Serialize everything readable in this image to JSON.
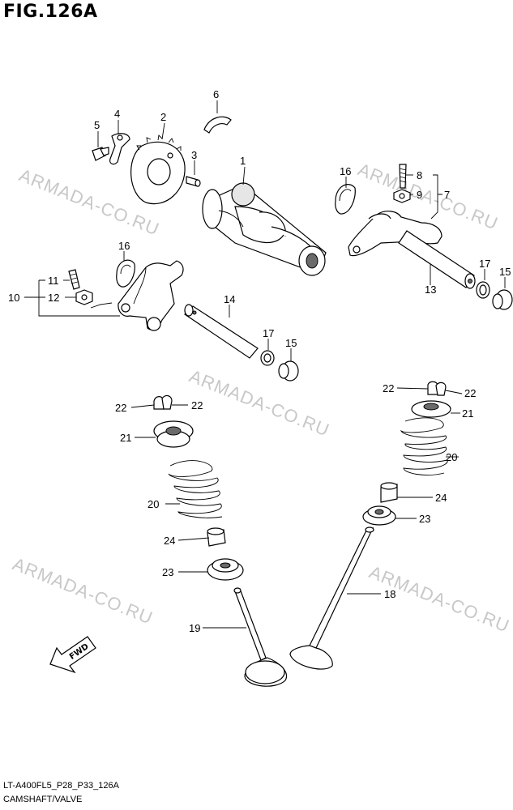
{
  "figure": {
    "title": "FIG.126A",
    "code": "LT-A400FL5_P28_P33_126A",
    "subtitle": "CAMSHAFT/VALVE"
  },
  "watermark": "ARMADA-CO.RU",
  "fwd_label": "FWD",
  "labels": {
    "l1": "1",
    "l2": "2",
    "l3": "3",
    "l4": "4",
    "l5": "5",
    "l6": "6",
    "l7": "7",
    "l8": "8",
    "l9": "9",
    "l10": "10",
    "l11": "11",
    "l12": "12",
    "l13": "13",
    "l14": "14",
    "l15a": "15",
    "l15b": "15",
    "l16a": "16",
    "l16b": "16",
    "l17a": "17",
    "l17b": "17",
    "l18": "18",
    "l19": "19",
    "l20a": "20",
    "l20b": "20",
    "l21a": "21",
    "l21b": "21",
    "l22a": "22",
    "l22b": "22",
    "l22c": "22",
    "l22d": "22",
    "l23a": "23",
    "l23b": "23",
    "l24a": "24",
    "l24b": "24"
  }
}
